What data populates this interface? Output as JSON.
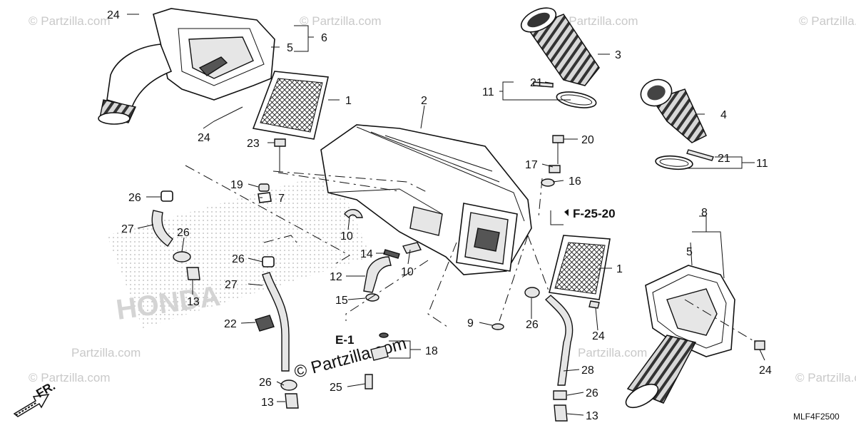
{
  "diagram": {
    "drawing_code": "MLF4F2500",
    "watermark_text": "Partzilla.com",
    "watermark_small": "© Partzilla.com",
    "background_brand": "HONDA",
    "front_indicator": "FR.",
    "refs": {
      "e1": "E-1",
      "f2520": "F-25-20"
    },
    "callouts": [
      {
        "label": "24"
      },
      {
        "label": "6"
      },
      {
        "label": "5"
      },
      {
        "label": "1"
      },
      {
        "label": "24"
      },
      {
        "label": "3"
      },
      {
        "label": "21"
      },
      {
        "label": "11"
      },
      {
        "label": "4"
      },
      {
        "label": "21"
      },
      {
        "label": "11"
      },
      {
        "label": "2"
      },
      {
        "label": "23"
      },
      {
        "label": "20"
      },
      {
        "label": "17"
      },
      {
        "label": "16"
      },
      {
        "label": "19"
      },
      {
        "label": "7"
      },
      {
        "label": "26"
      },
      {
        "label": "27"
      },
      {
        "label": "26"
      },
      {
        "label": "10"
      },
      {
        "label": "14"
      },
      {
        "label": "10"
      },
      {
        "label": "26"
      },
      {
        "label": "12"
      },
      {
        "label": "13"
      },
      {
        "label": "27"
      },
      {
        "label": "15"
      },
      {
        "label": "9"
      },
      {
        "label": "26"
      },
      {
        "label": "22"
      },
      {
        "label": "1"
      },
      {
        "label": "24"
      },
      {
        "label": "18"
      },
      {
        "label": "26"
      },
      {
        "label": "25"
      },
      {
        "label": "13"
      },
      {
        "label": "28"
      },
      {
        "label": "26"
      },
      {
        "label": "13"
      },
      {
        "label": "8"
      },
      {
        "label": "5"
      },
      {
        "label": "24"
      }
    ]
  }
}
